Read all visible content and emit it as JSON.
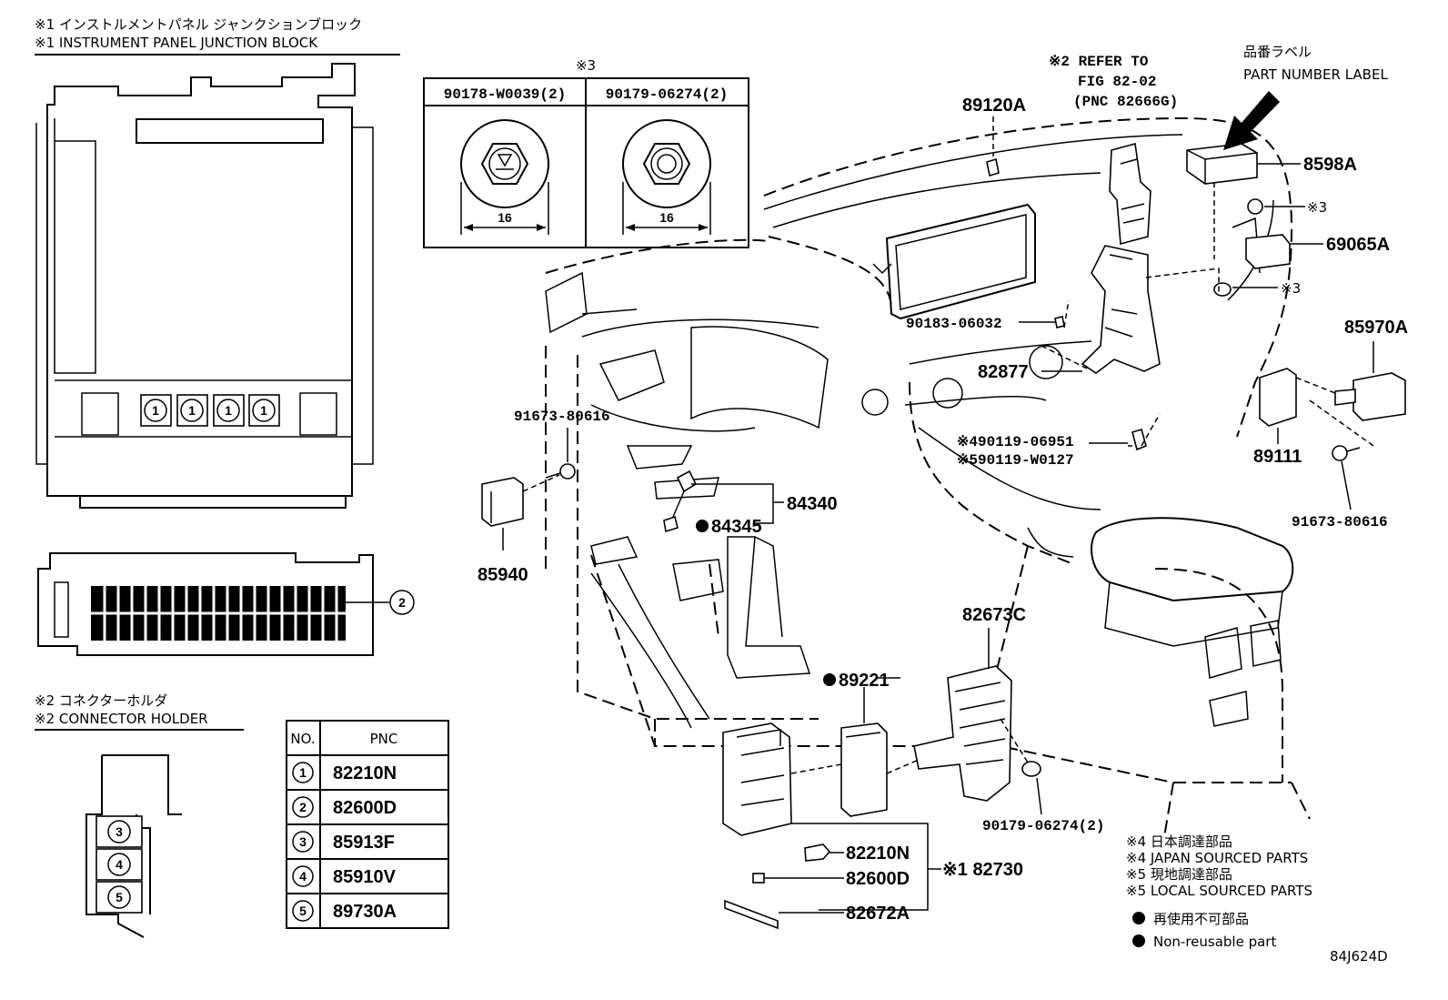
{
  "headers": {
    "jb_jp": "※1 インストルメントパネル ジャンクションブロック",
    "jb_en": "※1 INSTRUMENT PANEL JUNCTION BLOCK",
    "ch_jp": "※2 コネクターホルダ",
    "ch_en": "※2 CONNECTOR HOLDER"
  },
  "jb_circles": [
    "1",
    "1",
    "1",
    "1",
    "2"
  ],
  "holder_circles": [
    "3",
    "4",
    "5"
  ],
  "fastener_table": {
    "title": "※3",
    "col1": "90178-W0039(2)",
    "col2": "90179-06274(2)",
    "dim1": "16",
    "dim2": "16"
  },
  "pnc_table": {
    "head_no": "NO.",
    "head_pnc": "PNC",
    "rows": [
      {
        "no": "1",
        "pnc": "82210N"
      },
      {
        "no": "2",
        "pnc": "82600D"
      },
      {
        "no": "3",
        "pnc": "85913F"
      },
      {
        "no": "4",
        "pnc": "85910V"
      },
      {
        "no": "5",
        "pnc": "89730A"
      }
    ]
  },
  "refer": {
    "line1": "※2 REFER TO",
    "line2": "FIG 82-02",
    "line3": "(PNC 82666G)"
  },
  "label_note": {
    "jp": "品番ラベル",
    "en": "PART NUMBER LABEL"
  },
  "callouts": {
    "p89120A": "89120A",
    "p8598A": "8598A",
    "p3a": "※3",
    "p69065A": "69065A",
    "p3b": "※3",
    "p85970A": "85970A",
    "p89111": "89111",
    "p91673b": "91673-80616",
    "p90183": "90183-06032",
    "p82877": "82877",
    "p90119a": "※490119-06951",
    "p90119b": "※590119-W0127",
    "p91673a": "91673-80616",
    "p85940": "85940",
    "p84340": "84340",
    "p84345": "84345",
    "p82673C": "82673C",
    "p89221": "89221",
    "p90179": "90179-06274(2)",
    "p82210N": "82210N",
    "p82600D": "82600D",
    "p82672A": "82672A",
    "p82730": "※1 82730"
  },
  "legend": {
    "l1": "※4 日本調達部品",
    "l2": "※4 JAPAN SOURCED PARTS",
    "l3": "※5 現地調達部品",
    "l4": "※5 LOCAL SOURCED PARTS",
    "l5": "再使用不可部品",
    "l6": "Non-reusable part"
  },
  "code": "84J624D"
}
